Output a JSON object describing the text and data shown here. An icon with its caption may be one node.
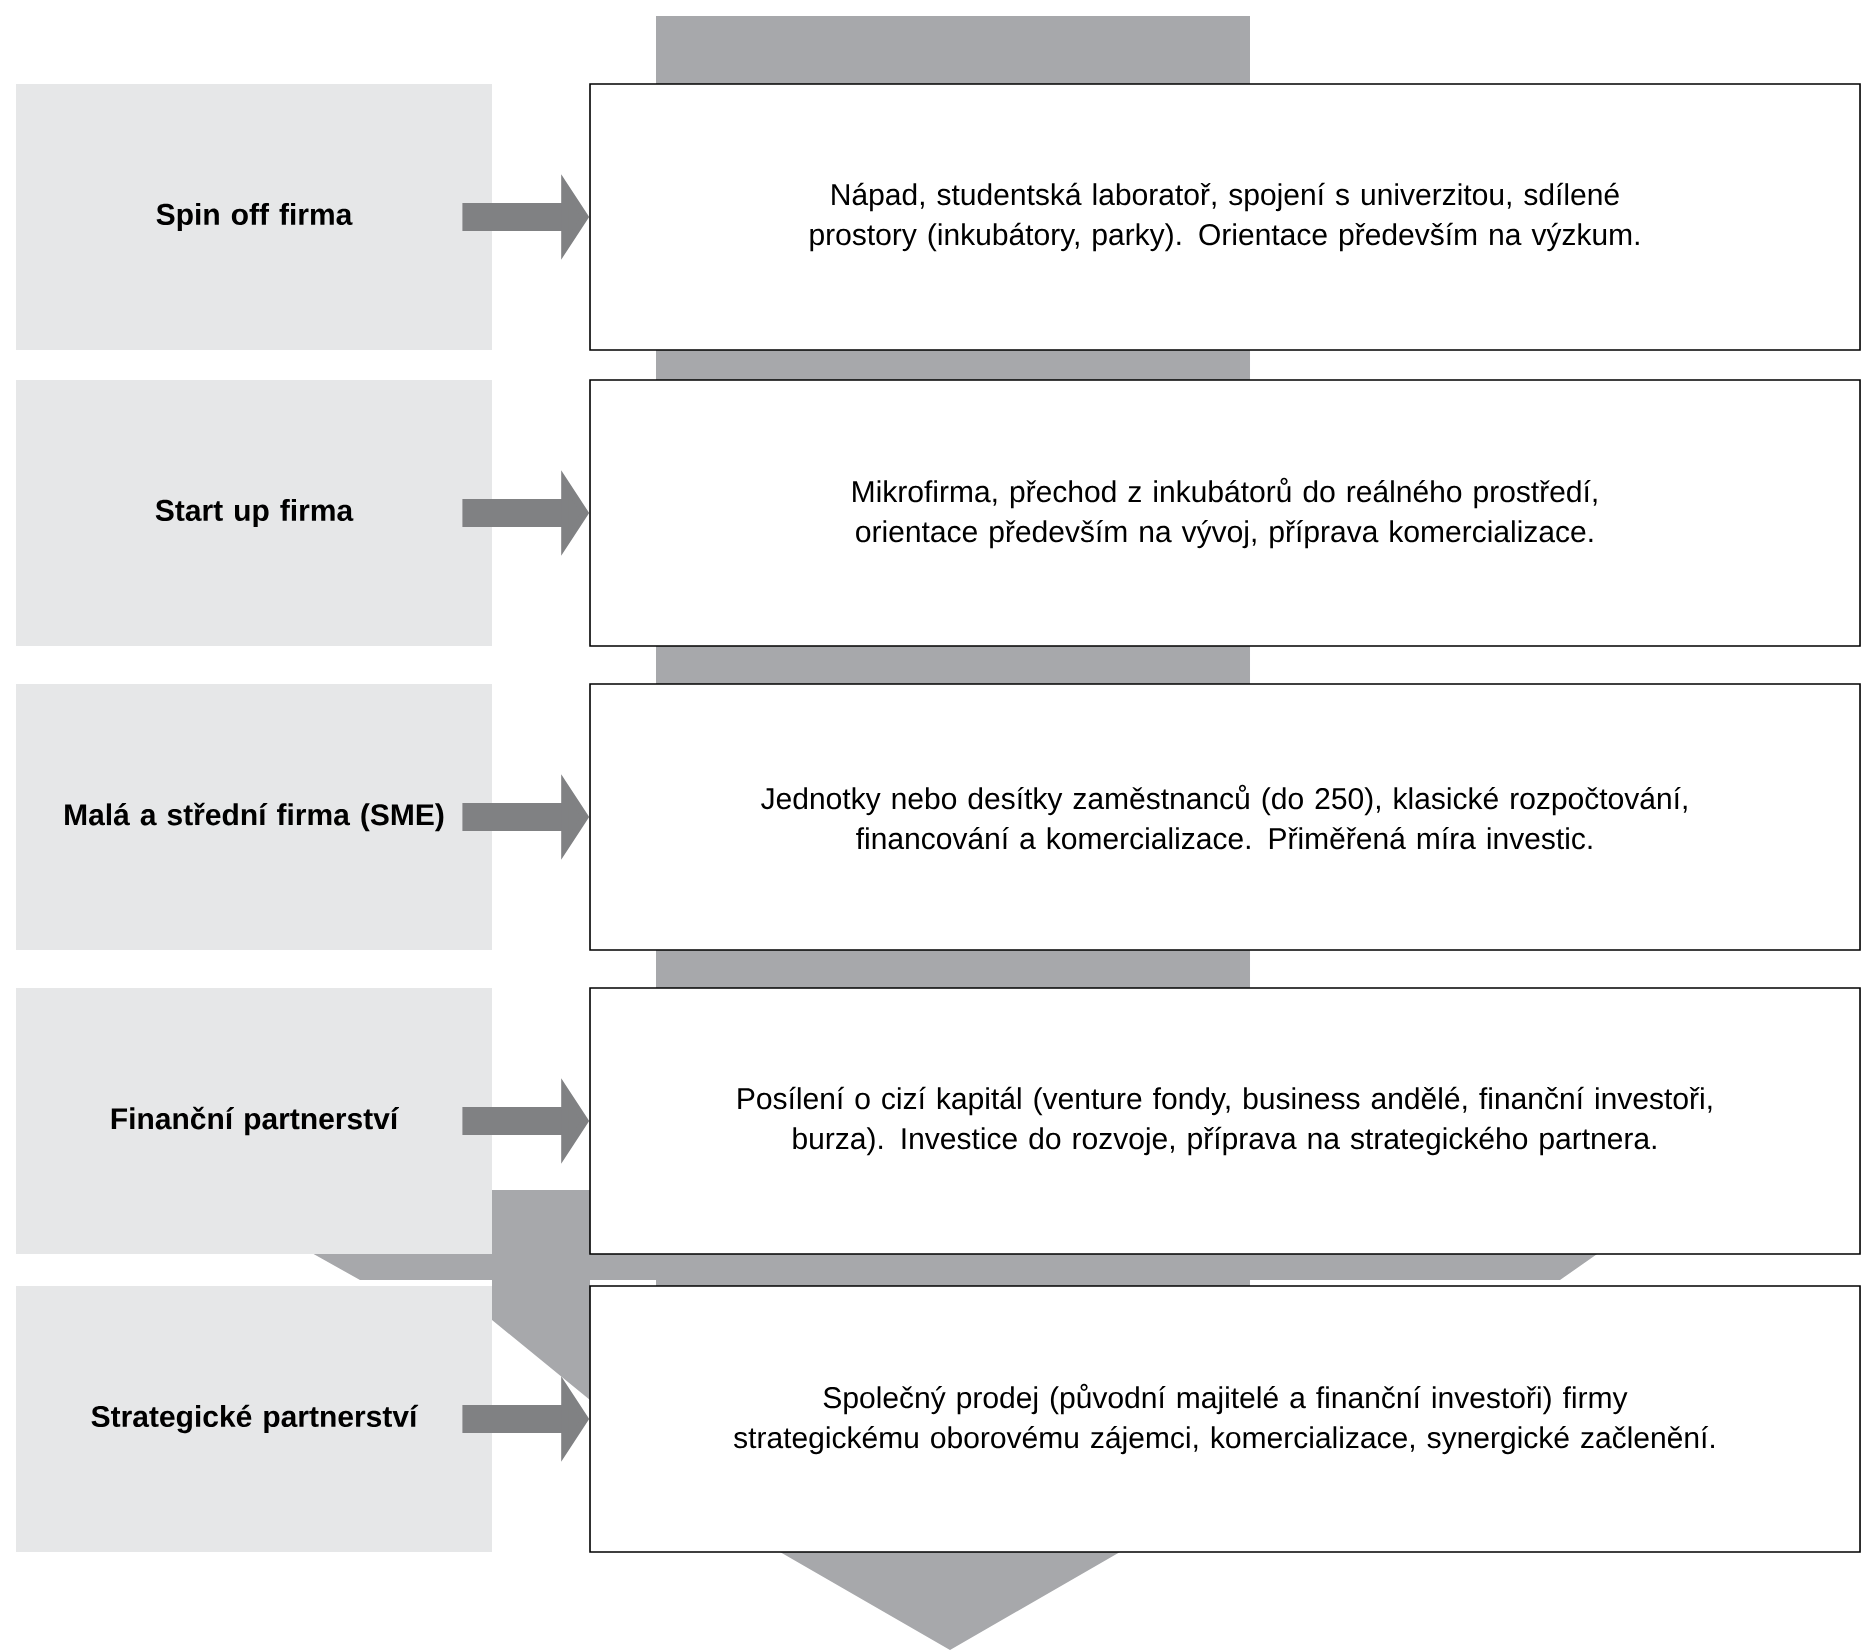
{
  "diagram": {
    "nodes": [
      {
        "text": [
          "Spin off firma"
        ]
      },
      {
        "text": [
          "Nápad, studentská laboratoř, spojení s univerzitou, sdílené prostory (inkubátory, parky). Orientace především na výzkum."
        ]
      },
      {
        "text": [
          "Start up firma"
        ]
      },
      {
        "text": [
          "Mikrofirma, přechod z inkubátorů do reálného prostředí, orientace především na vývoj, příprava komercializace."
        ]
      },
      {
        "text": [
          "Malá a střední firma (SME)"
        ]
      },
      {
        "text": [
          "Jednotky nebo desítky zaměstnanců (do 250), klasické rozpočtování, financování a komercializace. Přiměřená míra investic."
        ]
      },
      {
        "text": [
          "Finanční partnerství"
        ]
      },
      {
        "text": [
          "Posílení o cizí kapitál (venture fondy, business andělé, finanční investoři, burza). Investice do rozvoje, příprava na strategického partnera."
        ]
      },
      {
        "text": [
          "Strategické partnerství"
        ]
      },
      {
        "text": [
          "Společný prodej (původní majitelé a finanční investoři) firmy strategickému oborovému zájemci, komercializace, synergické začlenění."
        ]
      }
    ],
    "edges": [
      {
        "from": 0,
        "to": 1,
        "arrow": "to"
      },
      {
        "from": 2,
        "to": 3,
        "arrow": "to"
      },
      {
        "from": 4,
        "to": 5,
        "arrow": "to"
      },
      {
        "from": 6,
        "to": 7,
        "arrow": "to"
      },
      {
        "from": 8,
        "to": 9,
        "arrow": "to"
      }
    ]
  }
}
